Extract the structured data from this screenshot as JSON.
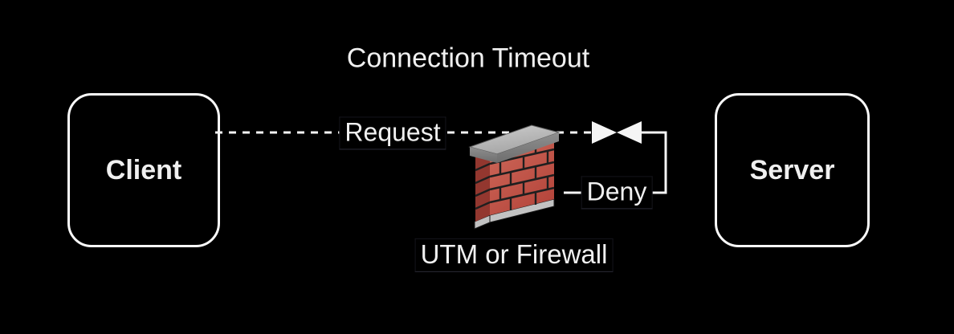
{
  "title": "Connection Timeout",
  "nodes": {
    "client": {
      "label": "Client"
    },
    "server": {
      "label": "Server"
    }
  },
  "firewall": {
    "label": "UTM or Firewall",
    "icon": "brick-wall-firewall-icon"
  },
  "edges": {
    "request": {
      "label": "Request",
      "style": "dashed",
      "arrow": "arrowhead-right-icon"
    },
    "deny": {
      "label": "Deny",
      "style": "solid",
      "arrow": "arrowhead-left-icon"
    }
  },
  "colors": {
    "background": "#000000",
    "stroke": "#f5f5f5",
    "text": "#f0f0f0",
    "node_border": "#fafafa",
    "brick": "#b5463c",
    "brick_light": "#cf6a5b",
    "brick_dark": "#93372f",
    "mortar": "#1f1f1f",
    "cap_top": "#cdcdcd",
    "cap_side": "#8f8f8f",
    "base_gray": "#c2c2c2"
  }
}
